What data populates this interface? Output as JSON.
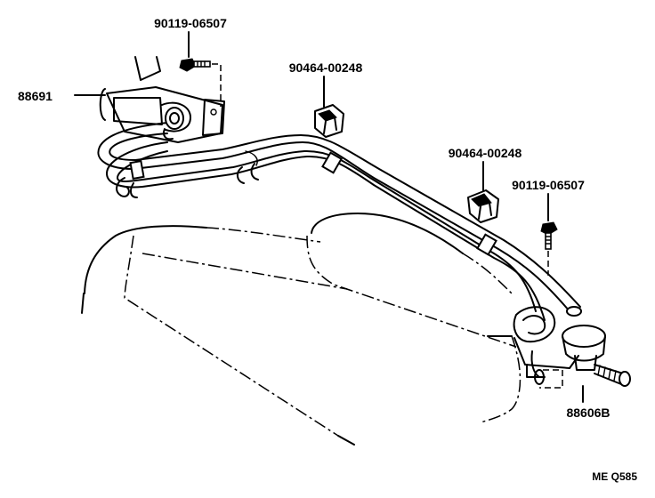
{
  "labels": {
    "bolt_upper_left": "90119-06507",
    "vsv_left": "88691",
    "clamp_upper": "90464-00248",
    "clamp_right": "90464-00248",
    "bolt_right": "90119-06507",
    "valve_right": "88606B"
  },
  "diagram_code": "ME Q585",
  "ink_color": "#000000",
  "background_color": "#ffffff"
}
